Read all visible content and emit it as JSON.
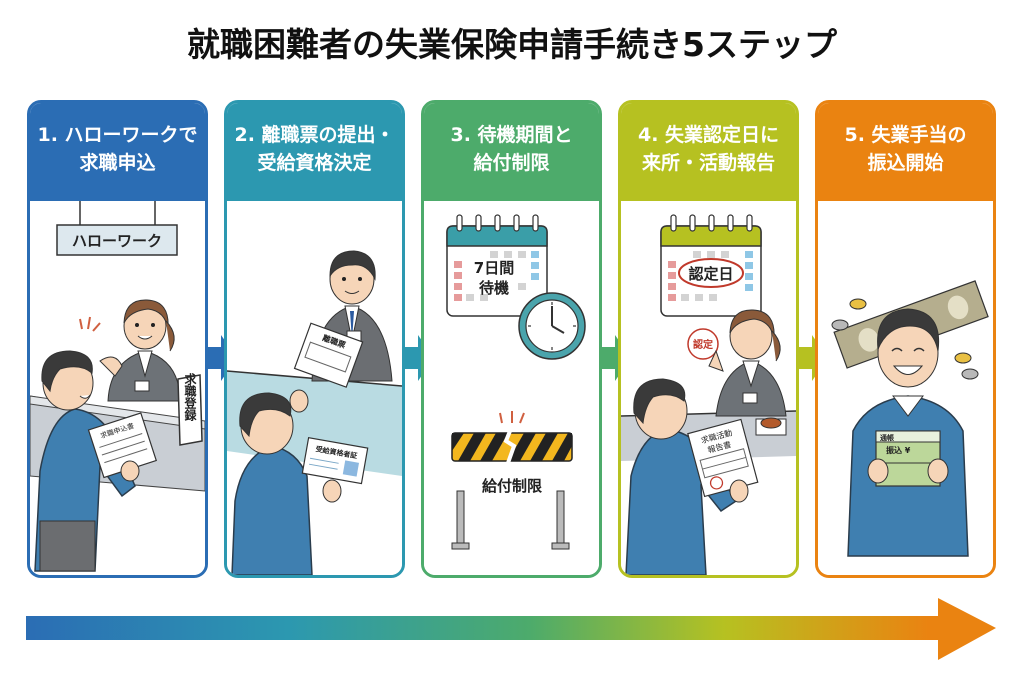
{
  "title": "就職困難者の失業保険申請手続き5ステップ",
  "colors": {
    "step1": "#2b6db4",
    "step2": "#2c98b0",
    "step3": "#4dab6b",
    "step4": "#b6c121",
    "step5": "#ea8311"
  },
  "steps": [
    {
      "line1": "1. ハローワークで",
      "line2": "求職申込",
      "illustration": {
        "sign": "ハローワーク",
        "desk_sign": "求職登録",
        "form": "求職申込書"
      }
    },
    {
      "line1": "2. 離職票の提出・",
      "line2": "受給資格決定",
      "illustration": {
        "document": "離職票",
        "card": "受給資格者証"
      }
    },
    {
      "line1": "3. 待機期間と",
      "line2": "給付制限",
      "illustration": {
        "calendar_l1": "7日間",
        "calendar_l2": "待機",
        "barrier": "給付制限"
      }
    },
    {
      "line1": "4. 失業認定日に",
      "line2": "来所・活動報告",
      "illustration": {
        "calendar": "認定日",
        "stamp": "認定",
        "report_l1": "求職活動",
        "report_l2": "報告書"
      }
    },
    {
      "line1": "5. 失業手当の",
      "line2": "振込開始",
      "illustration": {
        "passbook_title": "通帳",
        "passbook_entry": "振込 ¥"
      }
    }
  ]
}
